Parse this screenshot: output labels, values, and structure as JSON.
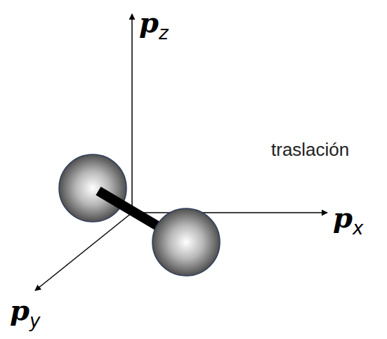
{
  "diagram": {
    "labels": [
      "pz",
      "px",
      "py",
      "traslación"
    ]
  }
}
